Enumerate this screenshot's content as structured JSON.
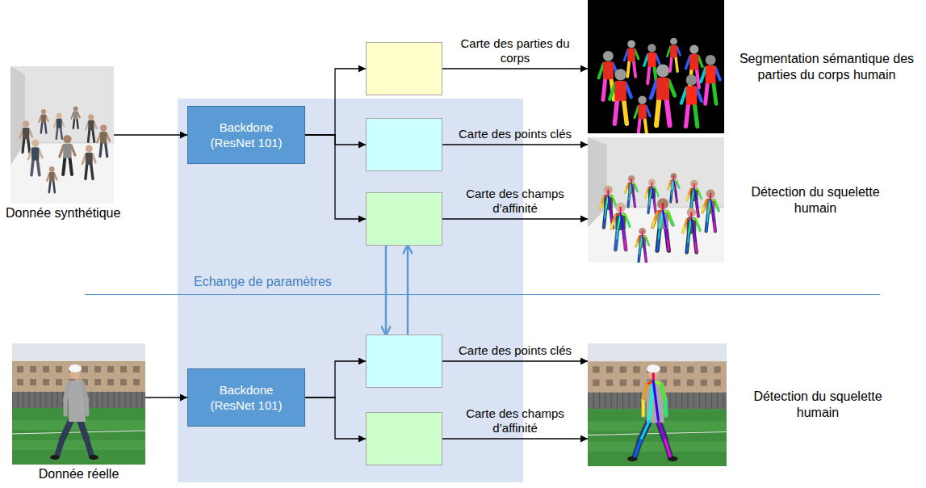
{
  "diagram": {
    "nodes": [
      {
        "text": [
          "Donnée synthétique"
        ]
      },
      {
        "text": [
          "Backdone (ResNet 101)"
        ]
      },
      {
        "text": []
      },
      {
        "text": []
      },
      {
        "text": []
      },
      {
        "text": [
          "Segmentation sémantique des parties du corps humain"
        ]
      },
      {
        "text": [
          "Détection du squelette humain"
        ]
      },
      {
        "text": [
          "Donnée réelle"
        ]
      },
      {
        "text": [
          "Backdone (ResNet 101)"
        ]
      },
      {
        "text": []
      },
      {
        "text": []
      },
      {
        "text": [
          "Détection du squelette humain"
        ]
      }
    ],
    "edges": [
      {
        "from": 0,
        "to": 1,
        "arrow": "to"
      },
      {
        "from": 1,
        "to": 2,
        "arrow": "to"
      },
      {
        "from": 1,
        "to": 3,
        "arrow": "to"
      },
      {
        "from": 1,
        "to": 4,
        "arrow": "to"
      },
      {
        "from": 2,
        "to": 5,
        "arrow": "to",
        "label": "Carte des parties du corps"
      },
      {
        "from": 3,
        "to": 6,
        "arrow": "to",
        "label": "Carte des points clés"
      },
      {
        "from": 4,
        "to": 6,
        "arrow": "to",
        "label": "Carte des champs d’affinité"
      },
      {
        "from": 4,
        "to": 9,
        "arrow": "to"
      },
      {
        "from": 9,
        "to": 4,
        "arrow": "to"
      },
      {
        "from": 7,
        "to": 8,
        "arrow": "to"
      },
      {
        "from": 8,
        "to": 9,
        "arrow": "to"
      },
      {
        "from": 8,
        "to": 10,
        "arrow": "to"
      },
      {
        "from": 9,
        "to": 11,
        "arrow": "to",
        "label": "Carte des points clés"
      },
      {
        "from": 10,
        "to": 11,
        "arrow": "to",
        "label": "Carte des champs d’affinité"
      }
    ],
    "labels": [
      "Echange de paramètres"
    ]
  }
}
